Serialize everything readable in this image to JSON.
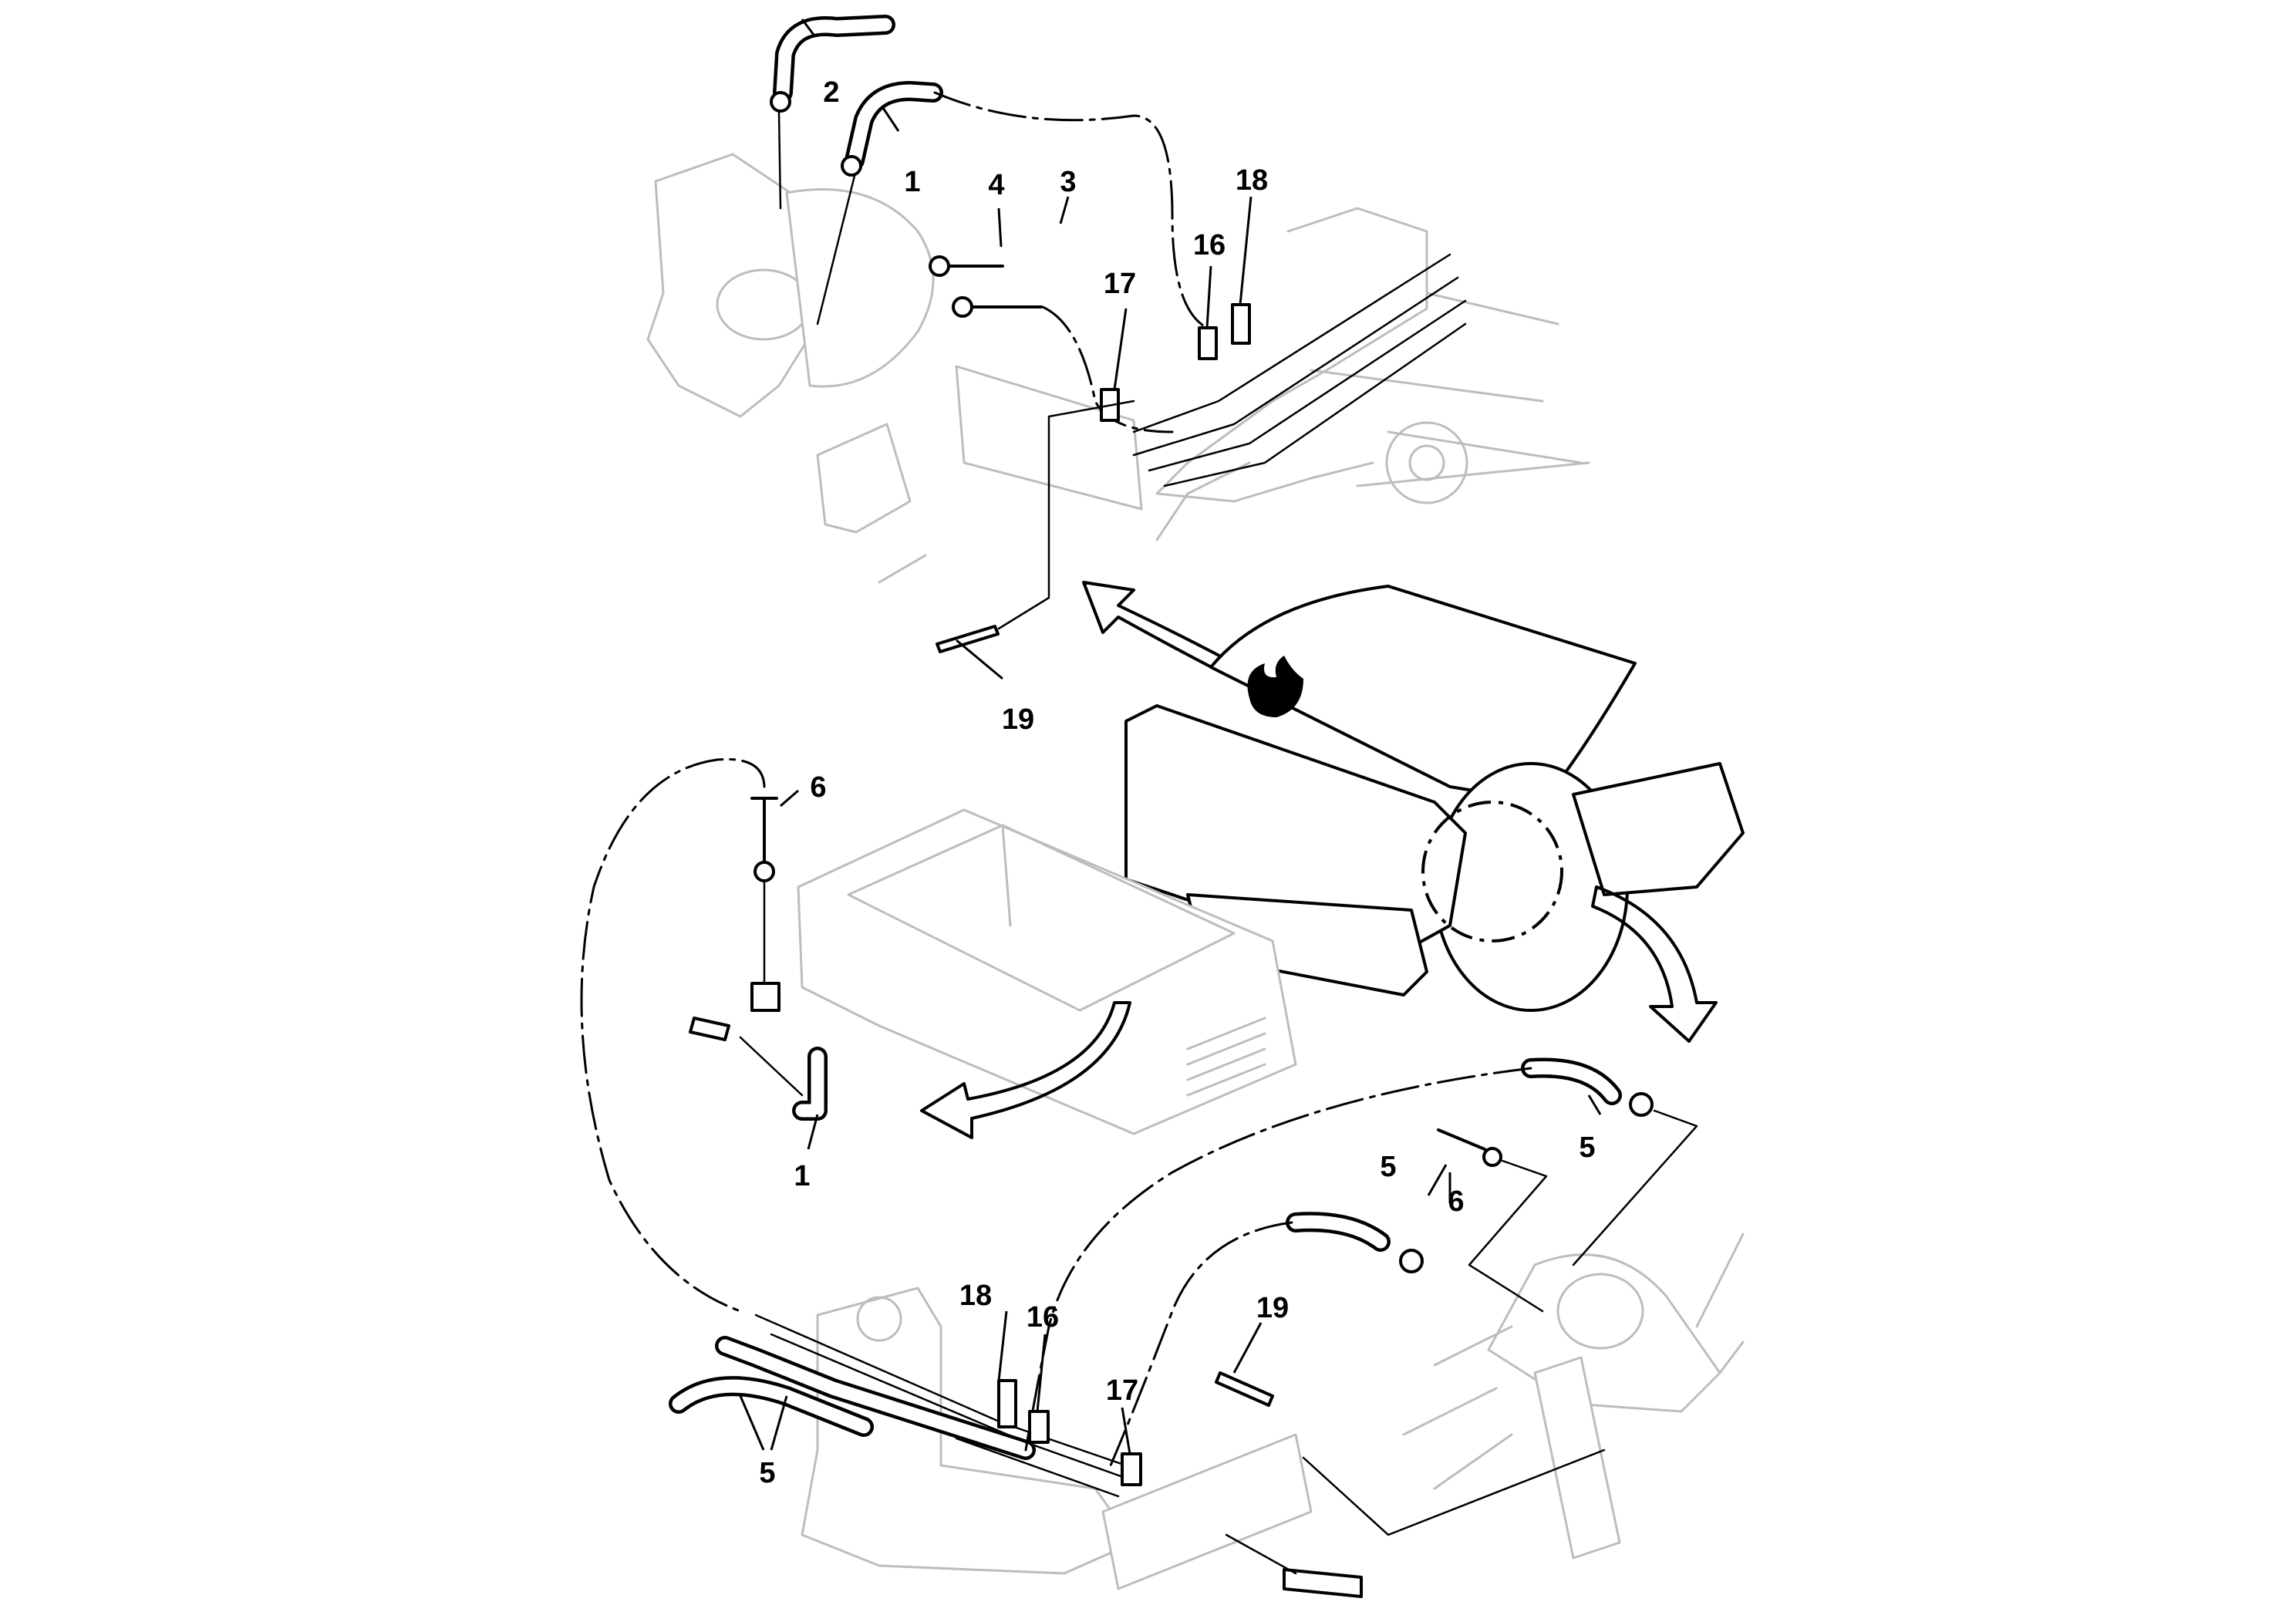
{
  "callouts": [
    {
      "id": "top-1",
      "text": "1"
    },
    {
      "id": "top-2",
      "text": "2"
    },
    {
      "id": "top-3",
      "text": "3"
    },
    {
      "id": "top-4",
      "text": "4"
    },
    {
      "id": "top-16",
      "text": "16"
    },
    {
      "id": "top-17",
      "text": "17"
    },
    {
      "id": "top-18",
      "text": "18"
    },
    {
      "id": "top-19",
      "text": "19"
    },
    {
      "id": "mid-6",
      "text": "6"
    },
    {
      "id": "mid-1",
      "text": "1"
    },
    {
      "id": "bot-5a",
      "text": "5"
    },
    {
      "id": "bot-5b",
      "text": "5"
    },
    {
      "id": "bot-6",
      "text": "6"
    },
    {
      "id": "bot-18",
      "text": "18"
    },
    {
      "id": "bot-16",
      "text": "16"
    },
    {
      "id": "bot-17",
      "text": "17"
    },
    {
      "id": "bot-19",
      "text": "19"
    },
    {
      "id": "bot-5c",
      "text": "5"
    }
  ]
}
